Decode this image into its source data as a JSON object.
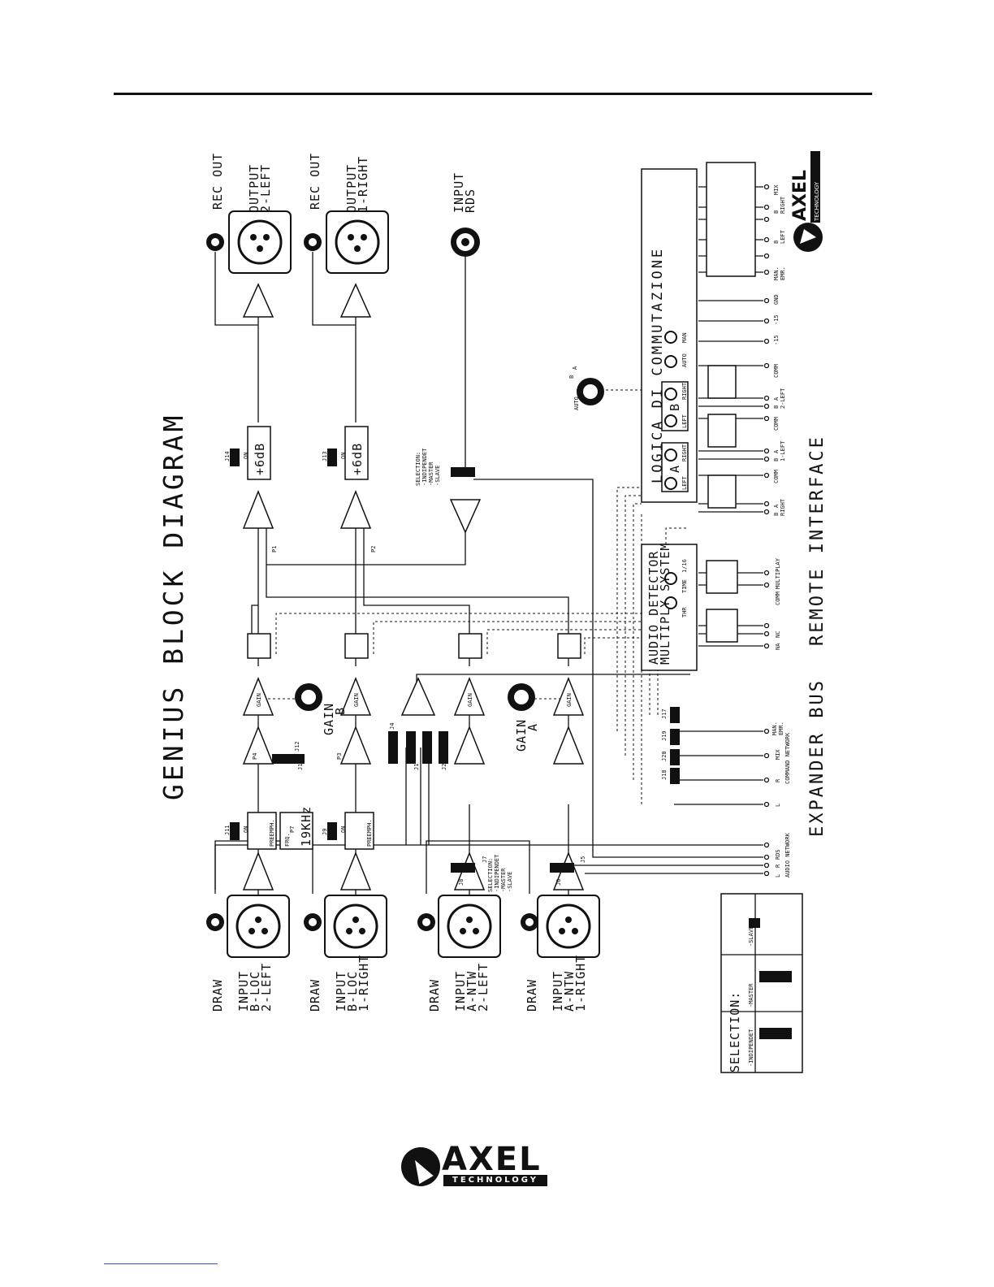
{
  "title": "GENIUS BLOCK DIAGRAM",
  "section_labels": {
    "expander": "EXPANDER BUS",
    "remote": "REMOTE INTERFACE",
    "logic": "LOGICA DI COMMUTAZIONE",
    "audio_detector_1": "AUDIO DETECTOR",
    "audio_detector_2": "MULTIPLY SYSTEM"
  },
  "inputs": [
    {
      "draw": "DRAW",
      "l1": "INPUT",
      "l2": "B-LOC",
      "l3": "2-LEFT"
    },
    {
      "draw": "DRAW",
      "l1": "INPUT",
      "l2": "B-LOC",
      "l3": "1-RIGHT"
    },
    {
      "draw": "DRAW",
      "l1": "INPUT",
      "l2": "A-NTW",
      "l3": "2-LEFT"
    },
    {
      "draw": "DRAW",
      "l1": "INPUT",
      "l2": "A-NTW",
      "l3": "1-RIGHT"
    }
  ],
  "outputs": [
    {
      "rec": "REC OUT",
      "l1": "OUTPUT",
      "l2": "2-LEFT"
    },
    {
      "rec": "REC OUT",
      "l1": "OUTPUT",
      "l2": "1-RIGHT"
    }
  ],
  "rds": {
    "l1": "INPUT",
    "l2": "RDS"
  },
  "blocks": {
    "gain": "GAIN",
    "gain_a": [
      "GAIN",
      "A"
    ],
    "gain_b": [
      "GAIN",
      "B"
    ],
    "plus6": "+6dB",
    "preemph": "PREEMPH.",
    "freq": "19KHz",
    "freq_sub": "FRQ.",
    "on": "ON"
  },
  "jumpers": {
    "j14": "J14",
    "j13": "J13",
    "j11": "J11",
    "j9": "J9",
    "j12": "J12",
    "j10": "J10",
    "p1": "P1",
    "p2": "P2",
    "p3": "P3",
    "p4": "P4",
    "p7": "P7",
    "j4": "J4",
    "j3": "J3",
    "j1": "J1",
    "j2": "J2",
    "j7": "J7",
    "j8": "J8",
    "j5": "J5",
    "j6": "J6",
    "j17": "J17",
    "j19": "J19",
    "j20": "J20",
    "j18": "J18"
  },
  "selection_notes": [
    "SELECTION:",
    "-INDIPENDET",
    "-MASTER",
    "-SLAVE"
  ],
  "expander_pins": [
    "L",
    "R",
    "RDS",
    "L",
    "R",
    "MIX",
    "MAN.",
    "EMR."
  ],
  "expander_groups": [
    "AUDIO NETWORK",
    "COMMAND NETWORK"
  ],
  "detector_knobs": [
    "THR",
    "TIME",
    "1/16"
  ],
  "detector_pins": [
    "NA",
    "NC",
    "COMM",
    "MULTIPLAY"
  ],
  "logic_knobs": [
    "LEFT",
    "RIGHT",
    "LEFT",
    "RIGHT",
    "AUTO",
    "MAN"
  ],
  "logic_ab": [
    "A",
    "B"
  ],
  "switch_labels": [
    "AUTO",
    "B",
    "A"
  ],
  "remote_pins": [
    "B",
    "A",
    "RIGHT",
    "COMM",
    "B",
    "A",
    "1-LEFT",
    "COMM",
    "B",
    "A",
    "2-LEFT",
    "COMM",
    "-15",
    "-15",
    "GND",
    "MAN.",
    "EMR.",
    "B",
    "LEFT",
    "B",
    "RIGHT",
    "MIX"
  ],
  "legend": {
    "title": "SELECTION:",
    "items": [
      "-INDIPENDET",
      "-MASTER",
      "-SLAVE"
    ]
  },
  "brand": {
    "name": "AXEL",
    "sub": "TECHNOLOGY"
  }
}
